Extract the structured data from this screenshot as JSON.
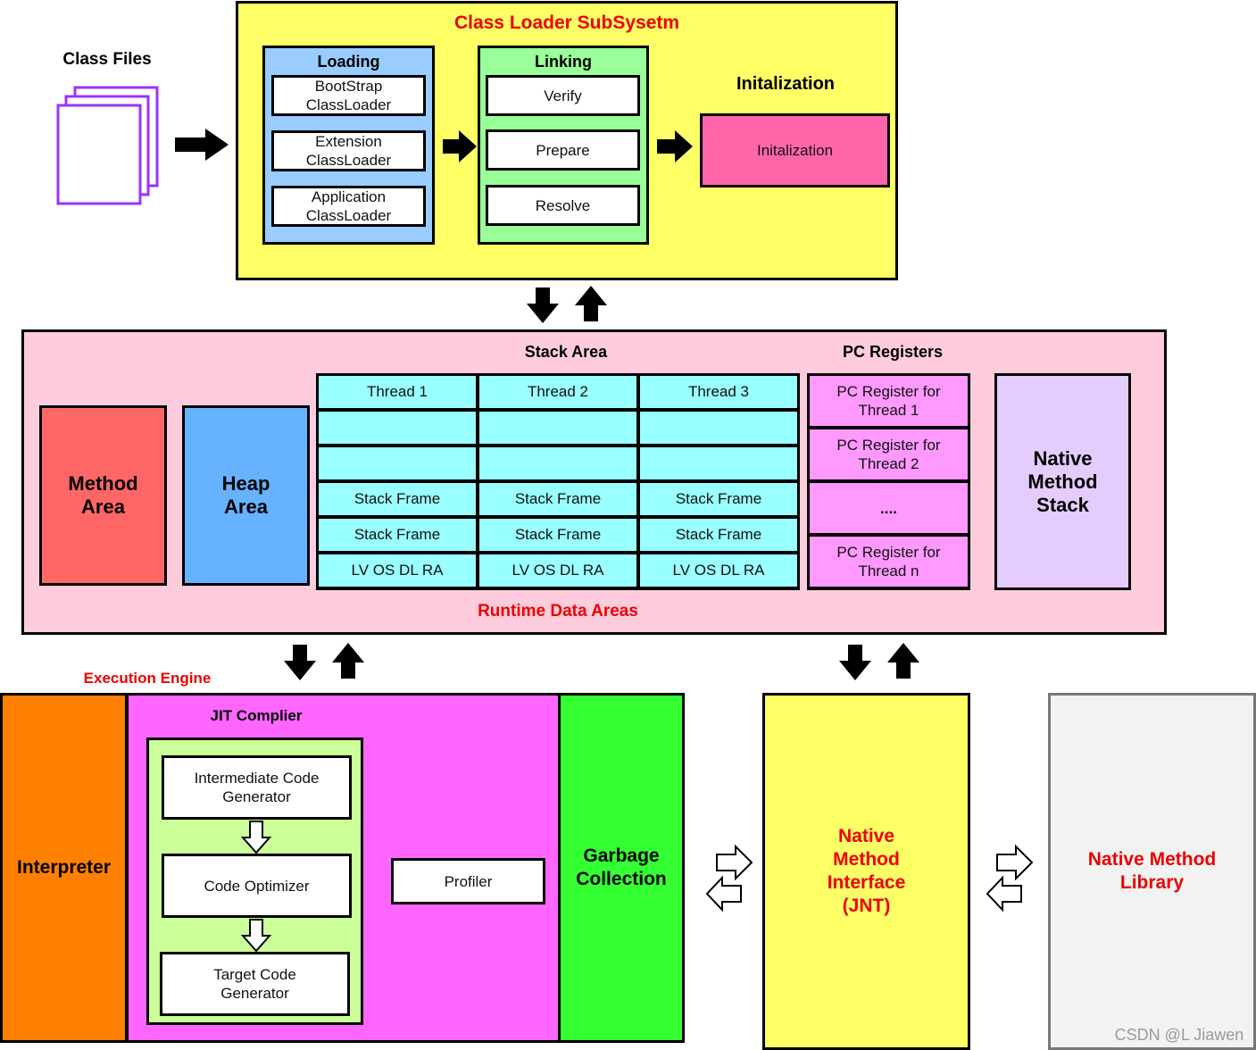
{
  "class_files": {
    "label": "Class Files"
  },
  "class_loader": {
    "title": "Class Loader SubSysetm",
    "loading": {
      "title": "Loading",
      "items": [
        "BootStrap ClassLoader",
        "Extension ClassLoader",
        "Application ClassLoader"
      ]
    },
    "linking": {
      "title": "Linking",
      "items": [
        "Verify",
        "Prepare",
        "Resolve"
      ]
    },
    "initialization": {
      "title": "Initalization",
      "box": "Initalization"
    }
  },
  "runtime": {
    "title": "Runtime Data Areas",
    "method_area": "Method Area",
    "heap_area": "Heap Area",
    "stack_area": {
      "title": "Stack Area",
      "headers": [
        "Thread 1",
        "Thread 2",
        "Thread 3"
      ],
      "frame_label": "Stack Frame",
      "lv_label": "LV OS DL RA"
    },
    "pc_registers": {
      "title": "PC Registers",
      "items": [
        "PC Register for Thread 1",
        "PC Register for Thread 2",
        "....",
        "PC Register for Thread n"
      ]
    },
    "native_stack": "Native Method Stack"
  },
  "execution_engine": {
    "title": "Execution Engine",
    "interpreter": "Interpreter",
    "jit": {
      "title": "JIT Complier",
      "steps": [
        "Intermediate Code Generator",
        "Code Optimizer",
        "Target Code Generator"
      ],
      "profiler": "Profiler"
    },
    "gc": "Garbage Collection"
  },
  "native_interface": "Native Method Interface (JNT)",
  "native_library": "Native Method Library",
  "watermark": "CSDN @L Jiawen",
  "colors": {
    "class_loader_bg": "#ffff66",
    "loading_bg": "#99ccff",
    "linking_bg": "#99ff99",
    "init_bg": "#ff66aa",
    "runtime_bg": "#ffccdd",
    "method_area": "#ff6666",
    "heap_area": "#66b2ff",
    "stack_cell": "#99ffff",
    "pc_register": "#ff99ff",
    "native_stack": "#e5ccff",
    "interpreter": "#ff8000",
    "jit_bg": "#ff66ff",
    "jit_inner": "#ccff99",
    "gc": "#33ff33",
    "native_interface": "#ffff66",
    "native_library": "#f2f2f2",
    "title_red": "#ee0000"
  }
}
